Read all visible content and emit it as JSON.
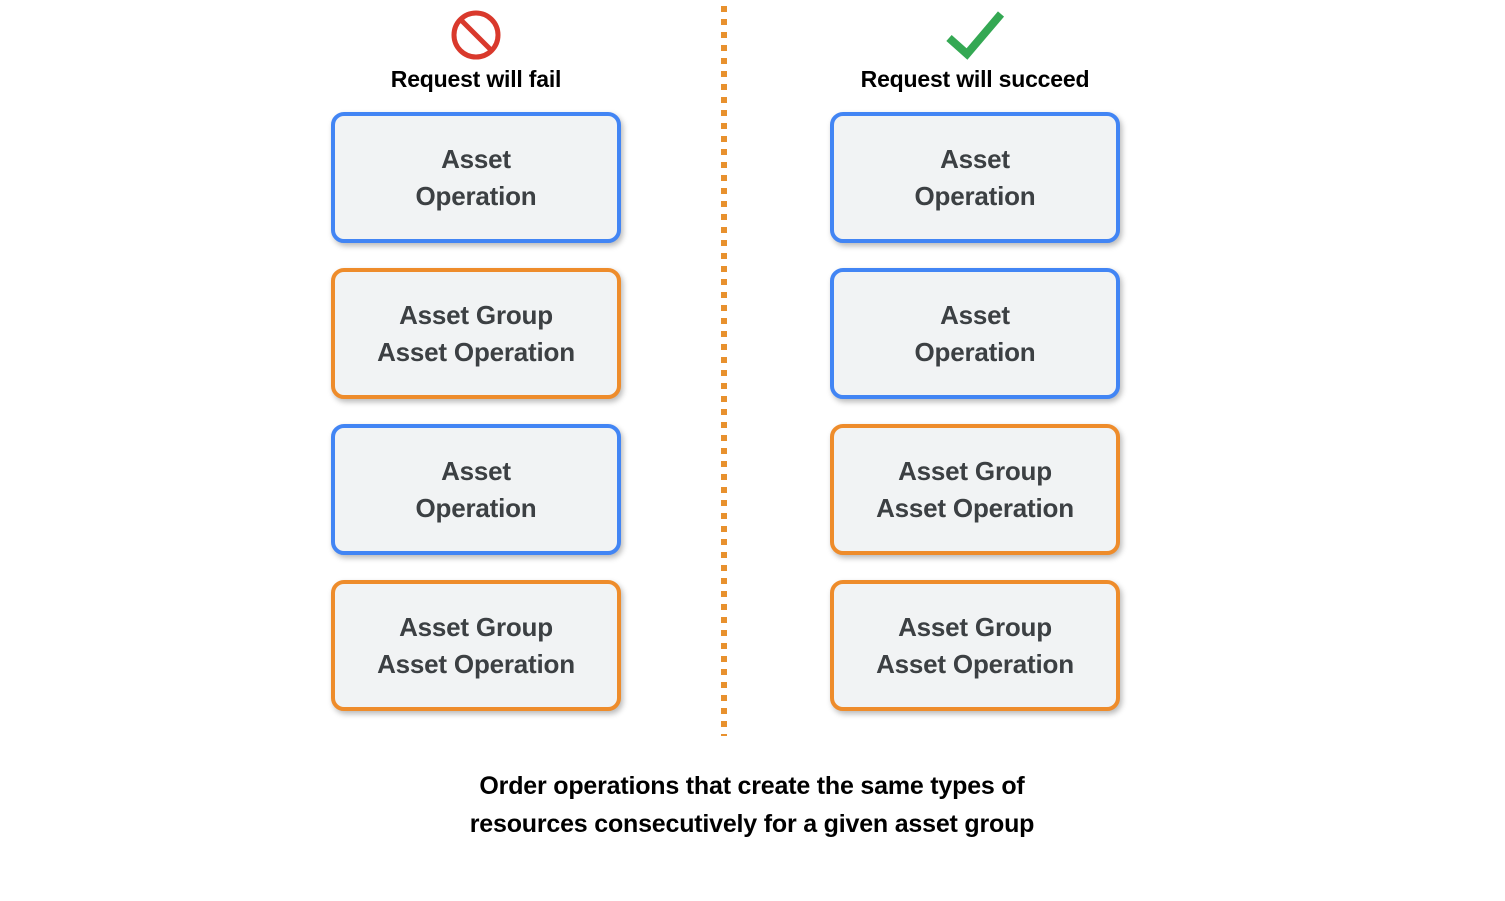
{
  "colors": {
    "asset_border": "#4285F4",
    "asset_group_border": "#EE8C2B",
    "box_fill": "#F1F3F4",
    "box_text": "#3C4043",
    "fail_icon": "#D9392C",
    "succeed_icon": "#34A853",
    "divider": "#E8912E",
    "background": "#FFFFFF"
  },
  "columns": [
    {
      "id": "fail",
      "icon": "prohibition-icon",
      "header": "Request will fail",
      "boxes": [
        {
          "kind": "asset",
          "line1": "Asset",
          "line2": "Operation"
        },
        {
          "kind": "asset-group",
          "line1": "Asset Group",
          "line2": "Asset Operation"
        },
        {
          "kind": "asset",
          "line1": "Asset",
          "line2": "Operation"
        },
        {
          "kind": "asset-group",
          "line1": "Asset Group",
          "line2": "Asset Operation"
        }
      ]
    },
    {
      "id": "succeed",
      "icon": "check-icon",
      "header": "Request will succeed",
      "boxes": [
        {
          "kind": "asset",
          "line1": "Asset",
          "line2": "Operation"
        },
        {
          "kind": "asset",
          "line1": "Asset",
          "line2": "Operation"
        },
        {
          "kind": "asset-group",
          "line1": "Asset Group",
          "line2": "Asset Operation"
        },
        {
          "kind": "asset-group",
          "line1": "Asset Group",
          "line2": "Asset Operation"
        }
      ]
    }
  ],
  "caption": {
    "line1": "Order operations that create the same types of",
    "line2": "resources consecutively for a given asset group"
  }
}
